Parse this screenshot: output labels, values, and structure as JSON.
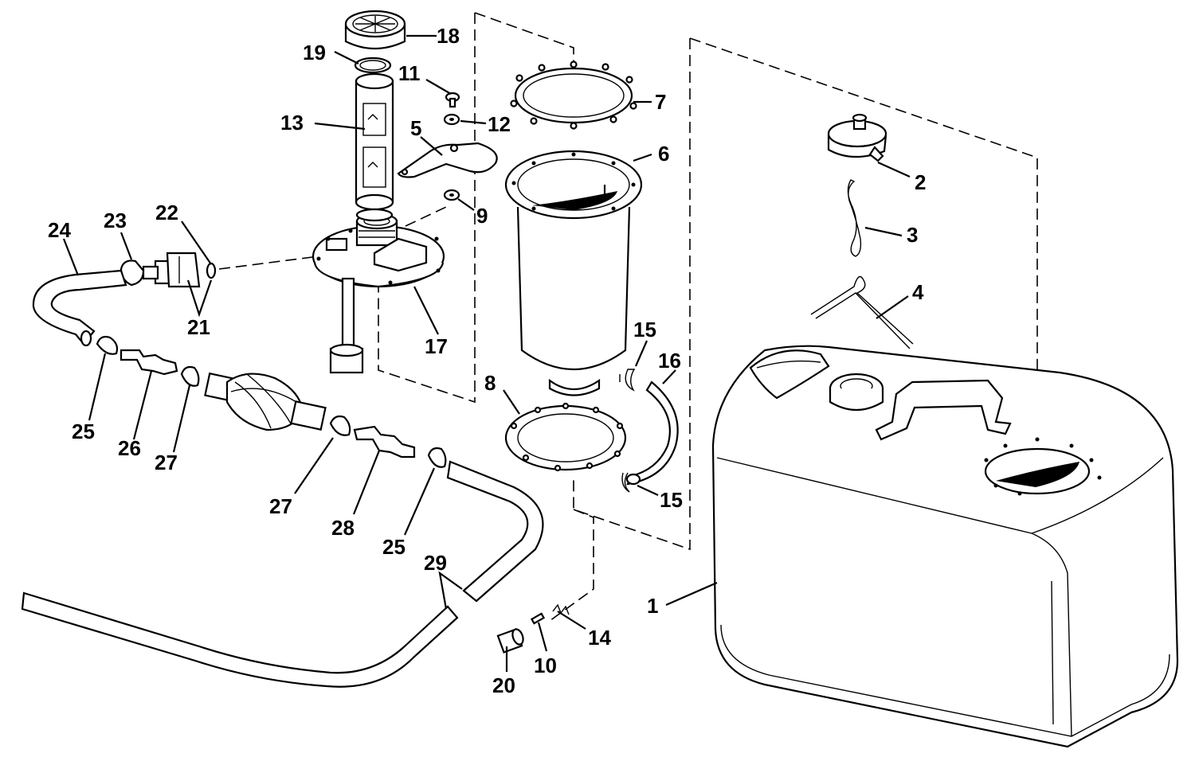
{
  "callouts": [
    "18",
    "19",
    "11",
    "13",
    "12",
    "5",
    "7",
    "6",
    "2",
    "3",
    "4",
    "22",
    "23",
    "24",
    "21",
    "9",
    "17",
    "15",
    "16",
    "8",
    "25",
    "26",
    "27",
    "27",
    "28",
    "25",
    "15",
    "29",
    "1",
    "14",
    "10",
    "20"
  ],
  "colors": {
    "line": "#000000",
    "background": "#ffffff"
  }
}
